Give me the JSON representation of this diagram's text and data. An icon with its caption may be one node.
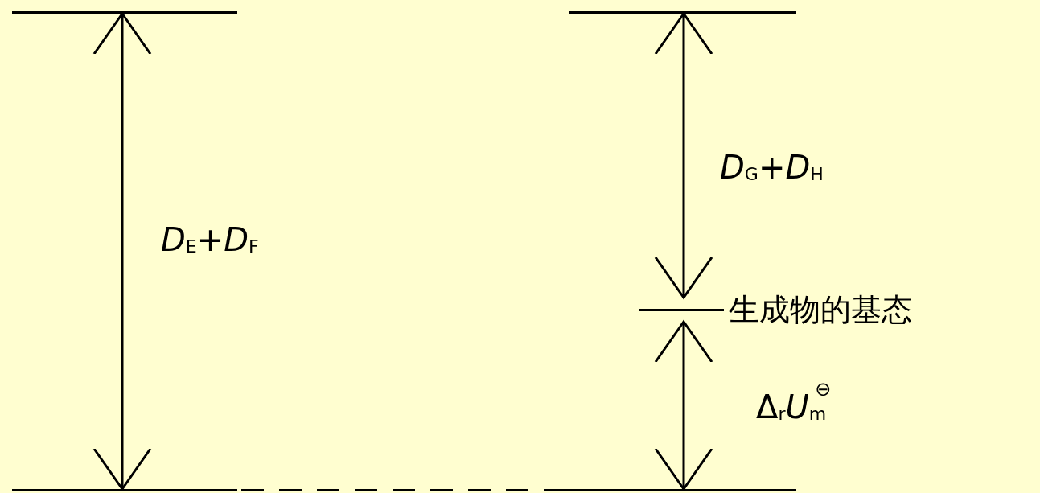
{
  "diagram": {
    "nodes": [
      {
        "text": [],
        "shape": "bar"
      },
      {
        "text": [],
        "shape": "bar"
      },
      {
        "text": [
          "生成物的基态"
        ]
      },
      {
        "text": [],
        "shape": "bar"
      }
    ],
    "edges": [
      {
        "from": 0,
        "to": 3,
        "arrow": "both",
        "label": "*D*$_{E}$+*D*$_{F}$"
      },
      {
        "from": 1,
        "to": 2,
        "arrow": "both",
        "label": "*D*$_{G}$+*D*$_{H}$"
      },
      {
        "from": 2,
        "to": 3,
        "arrow": "both",
        "label": "Δ$_{r}$*U*$_{m}$$^{⊖}$"
      }
    ]
  }
}
